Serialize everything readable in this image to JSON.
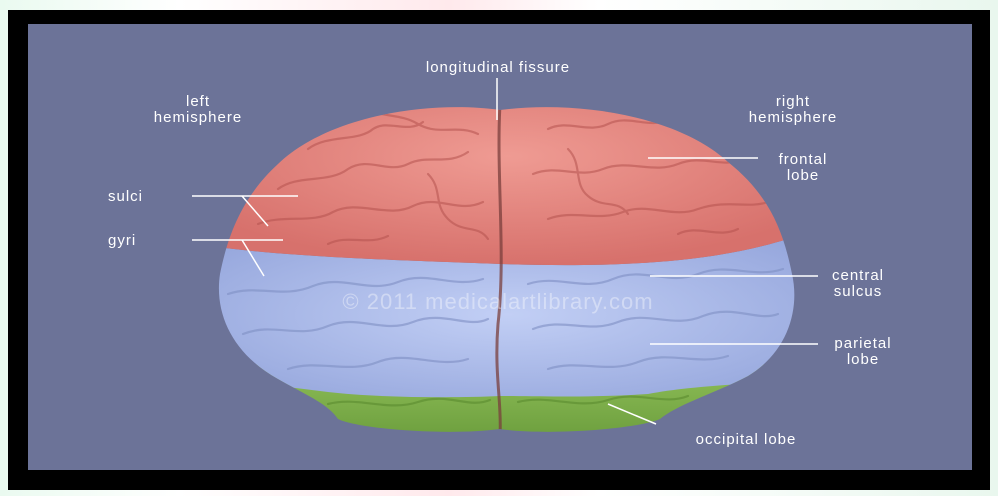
{
  "labels": {
    "longitudinal_fissure": "longitudinal fissure",
    "left_hemisphere": [
      "left",
      "hemisphere"
    ],
    "right_hemisphere": [
      "right",
      "hemisphere"
    ],
    "frontal_lobe": [
      "frontal",
      "lobe"
    ],
    "sulci": "sulci",
    "gyri": "gyri",
    "central_sulcus": [
      "central",
      "sulcus"
    ],
    "parietal_lobe": [
      "parietal",
      "lobe"
    ],
    "occipital_lobe": "occipital lobe"
  },
  "watermark": "© 2011 medicalartlibrary.com",
  "colors": {
    "background": "#6c7398",
    "frontal": "#e0807a",
    "parietal": "#a7b7e8",
    "occipital": "#7fb04a",
    "label": "#ffffff"
  }
}
